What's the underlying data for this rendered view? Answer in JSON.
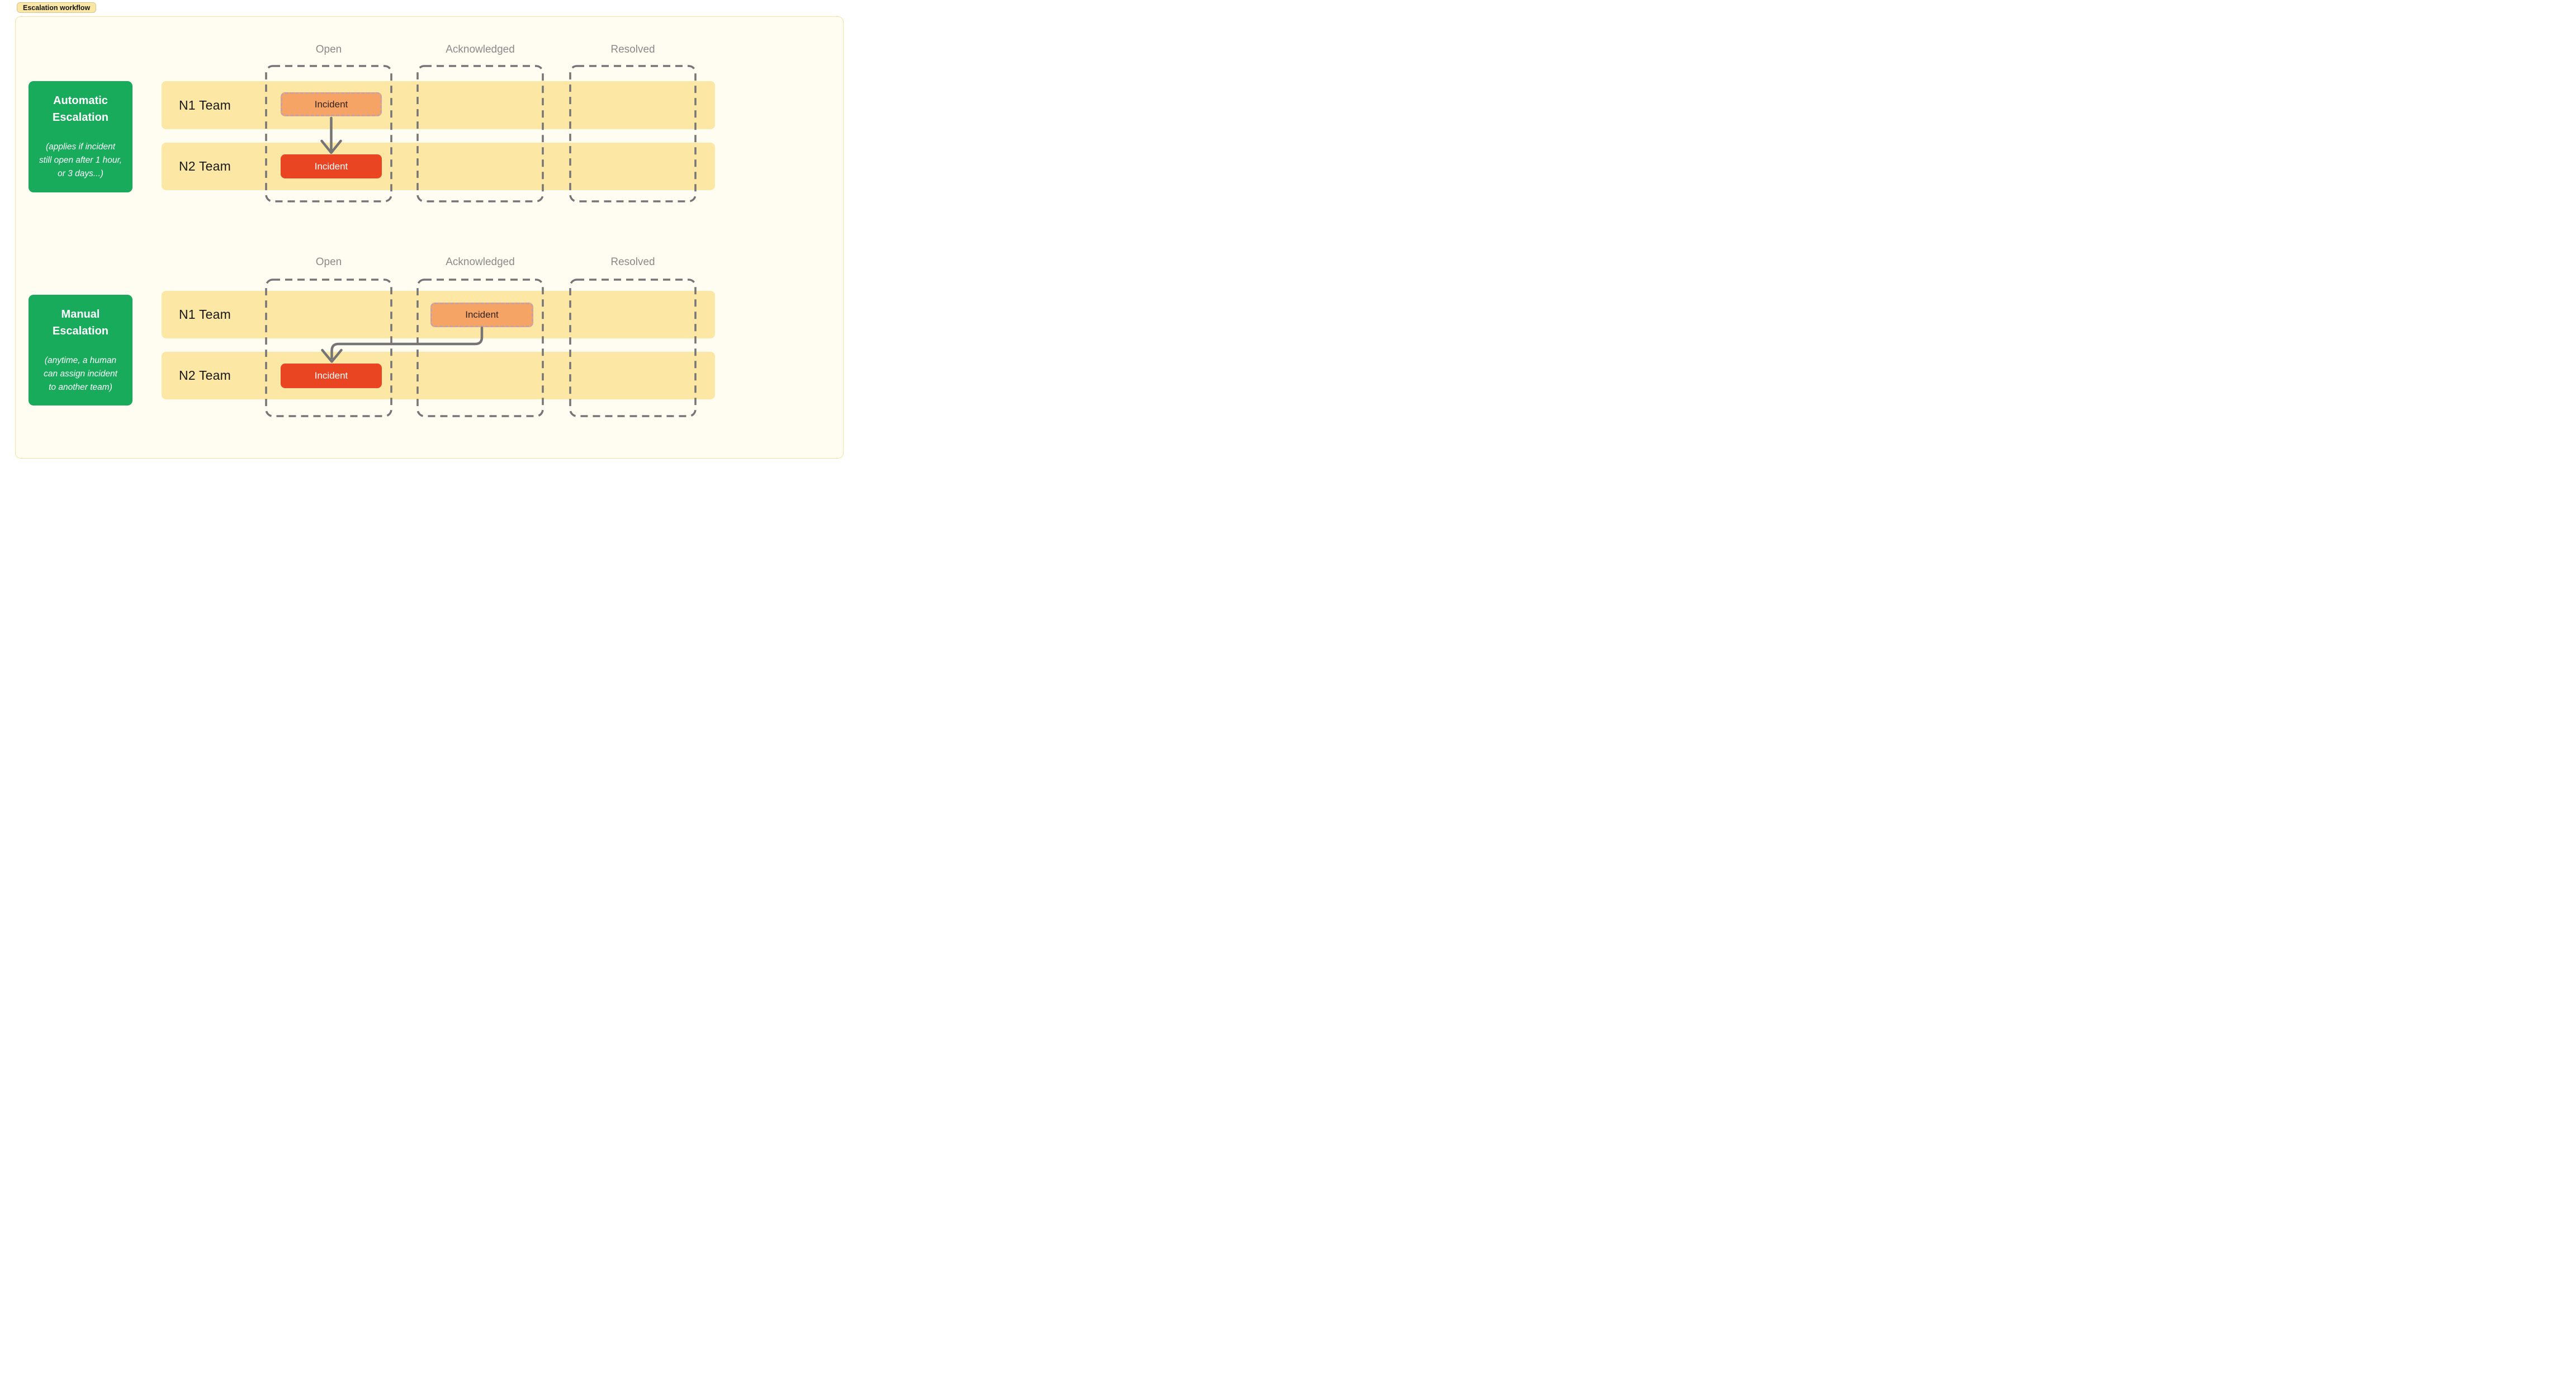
{
  "badge": {
    "label": "Escalation workflow"
  },
  "colors": {
    "page_bg": "#ffffff",
    "container_bg": "#fffdf1",
    "container_border": "#f5e1a1",
    "badge_bg": "#fae7a6",
    "lane_bg": "#fce7a4",
    "panel_green": "#18ab5c",
    "incident_pending_bg": "#f6a466",
    "incident_pending_border": "#c9a2a8",
    "incident_active_bg": "#ea4522",
    "arrow_gray": "#757575",
    "column_dash_gray": "#757575",
    "header_text": "#8a8a8a"
  },
  "sections": [
    {
      "name": "automatic-escalation",
      "panel": {
        "title": "Automatic\nEscalation",
        "note": "(applies if incident\nstill open after 1 hour,\nor 3 days...)"
      },
      "columns": [
        {
          "label": "Open"
        },
        {
          "label": "Acknowledged"
        },
        {
          "label": "Resolved"
        }
      ],
      "lanes": [
        {
          "label": "N1 Team"
        },
        {
          "label": "N2 Team"
        }
      ],
      "incidents": [
        {
          "label": "Incident",
          "state": "pending",
          "lane": "N1 Team",
          "column": "Open"
        },
        {
          "label": "Incident",
          "state": "active",
          "lane": "N2 Team",
          "column": "Open"
        }
      ],
      "arrow": {
        "from": "Incident in N1 Team / Open",
        "to": "Incident in N2 Team / Open"
      }
    },
    {
      "name": "manual-escalation",
      "panel": {
        "title": "Manual\nEscalation",
        "note": "(anytime, a human\ncan assign incident\nto another team)"
      },
      "columns": [
        {
          "label": "Open"
        },
        {
          "label": "Acknowledged"
        },
        {
          "label": "Resolved"
        }
      ],
      "lanes": [
        {
          "label": "N1 Team"
        },
        {
          "label": "N2 Team"
        }
      ],
      "incidents": [
        {
          "label": "Incident",
          "state": "pending",
          "lane": "N1 Team",
          "column": "Acknowledged"
        },
        {
          "label": "Incident",
          "state": "active",
          "lane": "N2 Team",
          "column": "Open"
        }
      ],
      "arrow": {
        "from": "Incident in N1 Team / Acknowledged",
        "to": "Incident in N2 Team / Open"
      }
    }
  ]
}
